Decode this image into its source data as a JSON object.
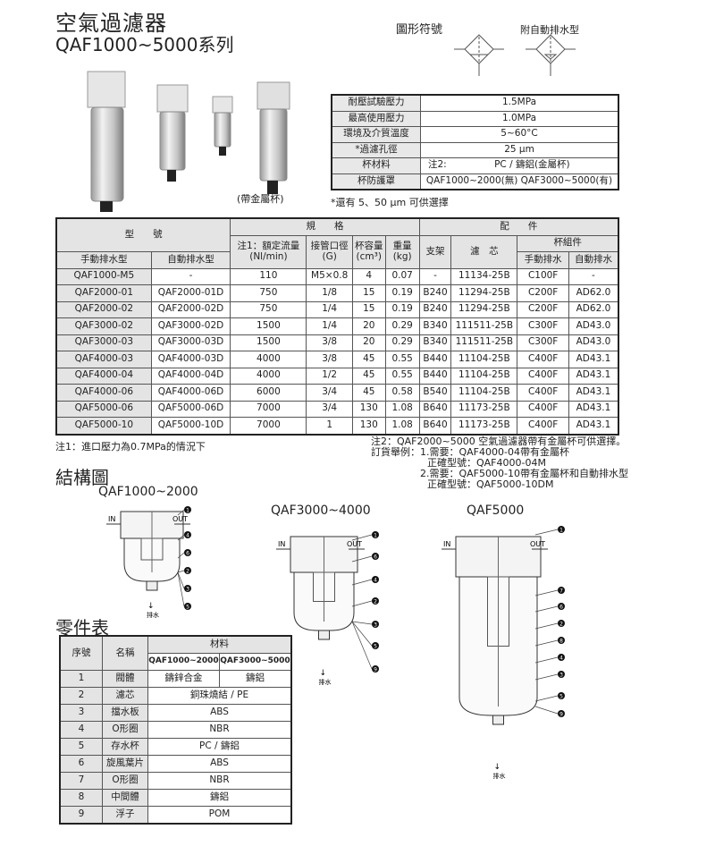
{
  "header": {
    "title": "空氣過濾器",
    "series": "QAF1000~5000系列"
  },
  "symbols": {
    "label": "圖形符號",
    "auto_drain_label": "附自動排水型"
  },
  "photos": {
    "metal_cup_caption": "(帶金屬杯)"
  },
  "spec_table": {
    "rows": [
      {
        "label": "耐壓試驗壓力",
        "value": "1.5MPa"
      },
      {
        "label": "最高使用壓力",
        "value": "1.0MPa"
      },
      {
        "label": "環境及介質溫度",
        "value": "5~60°C"
      },
      {
        "label": "*過濾孔徑",
        "value": "25 µm"
      },
      {
        "label": "杯材料",
        "note": "注2:",
        "value": "PC / 鑄鋁(金屬杯)"
      },
      {
        "label": "杯防護罩",
        "value": "QAF1000~2000(無)   QAF3000~5000(有)"
      }
    ],
    "footnote": "*還有 5、50 µm 可供選擇"
  },
  "main_table": {
    "headers": {
      "model": "型　　號",
      "spec": "規　　格",
      "accessories": "配　　件",
      "manual": "手動排水型",
      "auto": "自動排水型",
      "flow": "注1：額定流量\n(Nl/min)",
      "port": "接管口徑\n(G)",
      "cup": "杯容量\n(cm³)",
      "weight": "重量\n(kg)",
      "bracket": "支架",
      "element": "濾　芯",
      "cup_assembly": "杯組件",
      "cup_manual": "手動排水",
      "cup_auto": "自動排水"
    },
    "rows": [
      [
        "QAF1000-M5",
        "-",
        "110",
        "M5×0.8",
        "4",
        "0.07",
        "-",
        "11134-25B",
        "C100F",
        "-"
      ],
      [
        "QAF2000-01",
        "QAF2000-01D",
        "750",
        "1/8",
        "15",
        "0.19",
        "B240",
        "11294-25B",
        "C200F",
        "AD62.0"
      ],
      [
        "QAF2000-02",
        "QAF2000-02D",
        "750",
        "1/4",
        "15",
        "0.19",
        "B240",
        "11294-25B",
        "C200F",
        "AD62.0"
      ],
      [
        "QAF3000-02",
        "QAF3000-02D",
        "1500",
        "1/4",
        "20",
        "0.29",
        "B340",
        "111511-25B",
        "C300F",
        "AD43.0"
      ],
      [
        "QAF3000-03",
        "QAF3000-03D",
        "1500",
        "3/8",
        "20",
        "0.29",
        "B340",
        "111511-25B",
        "C300F",
        "AD43.0"
      ],
      [
        "QAF4000-03",
        "QAF4000-03D",
        "4000",
        "3/8",
        "45",
        "0.55",
        "B440",
        "11104-25B",
        "C400F",
        "AD43.1"
      ],
      [
        "QAF4000-04",
        "QAF4000-04D",
        "4000",
        "1/2",
        "45",
        "0.55",
        "B440",
        "11104-25B",
        "C400F",
        "AD43.1"
      ],
      [
        "QAF4000-06",
        "QAF4000-06D",
        "6000",
        "3/4",
        "45",
        "0.58",
        "B540",
        "11104-25B",
        "C400F",
        "AD43.1"
      ],
      [
        "QAF5000-06",
        "QAF5000-06D",
        "7000",
        "3/4",
        "130",
        "1.08",
        "B640",
        "11173-25B",
        "C400F",
        "AD43.1"
      ],
      [
        "QAF5000-10",
        "QAF5000-10D",
        "7000",
        "1",
        "130",
        "1.08",
        "B640",
        "11173-25B",
        "C400F",
        "AD43.1"
      ]
    ],
    "note1": "注1：進口壓力為0.7MPa的情況下",
    "note2": [
      "注2：QAF2000~5000 空氣過濾器帶有金屬杯可供選擇。",
      "訂貨舉例：1.需要：QAF4000-04帶有金屬杯",
      "正確型號：QAF4000-04M",
      "2.需要：QAF5000-10帶有金屬杯和自動排水型",
      "正確型號：QAF5000-10DM"
    ]
  },
  "structure": {
    "title": "結構圖",
    "diagrams": [
      {
        "title": "QAF1000~2000",
        "in": "IN",
        "out": "OUT",
        "drain": "排水",
        "callouts": [
          "1",
          "4",
          "6",
          "2",
          "3",
          "5"
        ]
      },
      {
        "title": "QAF3000~4000",
        "in": "IN",
        "out": "OUT",
        "drain": "排水",
        "callouts": [
          "1",
          "6",
          "4",
          "2",
          "3",
          "5",
          "9"
        ]
      },
      {
        "title": "QAF5000",
        "in": "IN",
        "out": "OUT",
        "drain": "排水",
        "callouts": [
          "1",
          "7",
          "6",
          "2",
          "8",
          "4",
          "3",
          "5",
          "9"
        ]
      }
    ]
  },
  "parts_table": {
    "title": "零件表",
    "headers": {
      "no": "序號",
      "name": "名稱",
      "material": "材料",
      "m1": "QAF1000~2000",
      "m2": "QAF3000~5000"
    },
    "rows": [
      {
        "no": "1",
        "name": "閥體",
        "m1": "鑄鋅合金",
        "m2": "鑄鋁"
      },
      {
        "no": "2",
        "name": "濾芯",
        "m": "銅珠燒結 / PE"
      },
      {
        "no": "3",
        "name": "擋水板",
        "m": "ABS"
      },
      {
        "no": "4",
        "name": "O形圈",
        "m": "NBR"
      },
      {
        "no": "5",
        "name": "存水杯",
        "m": "PC / 鑄鋁"
      },
      {
        "no": "6",
        "name": "旋風葉片",
        "m": "ABS"
      },
      {
        "no": "7",
        "name": "O形圈",
        "m": "NBR"
      },
      {
        "no": "8",
        "name": "中間體",
        "m": "鑄鋁"
      },
      {
        "no": "9",
        "name": "浮子",
        "m": "POM"
      }
    ]
  }
}
